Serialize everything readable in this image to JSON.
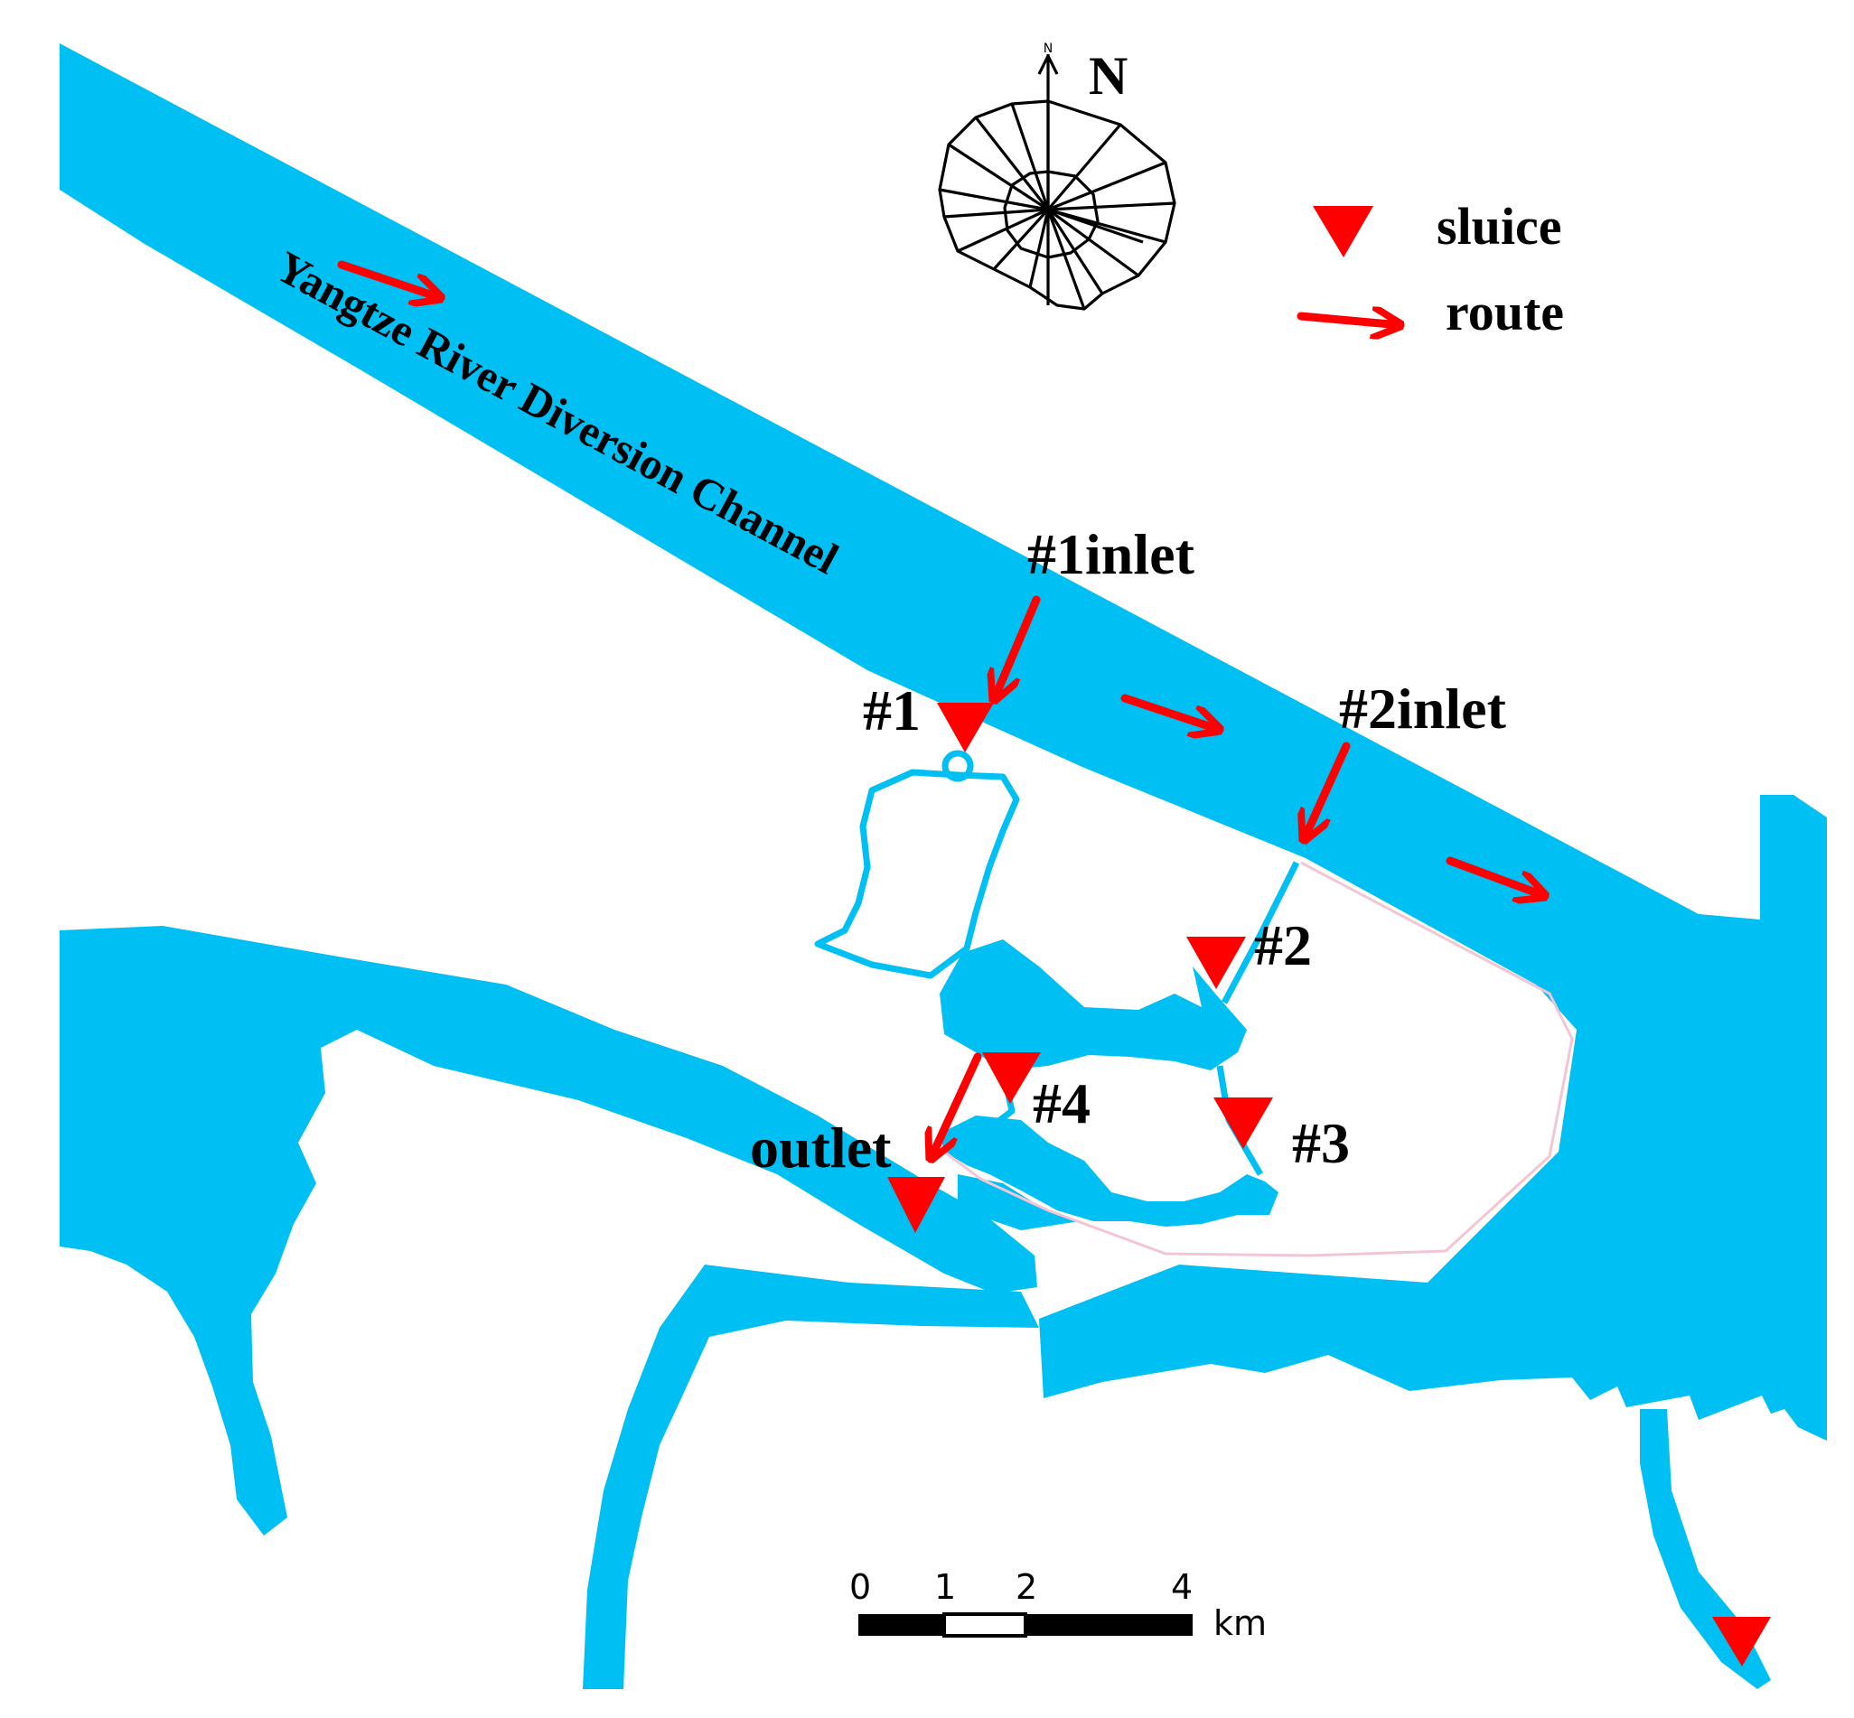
{
  "map": {
    "water_color": "#00BFF3",
    "marker_color": "#FF0000",
    "channel_label": "Yangtze River Diversion Channel",
    "north_label": "N",
    "north_small_label": "N",
    "legend": {
      "sluice_label": "sluice",
      "route_label": "route",
      "sluice_icon": "red-triangle-icon",
      "route_icon": "red-arrow-icon"
    },
    "points": {
      "inlet1": "#1inlet",
      "inlet2": "#2inlet",
      "s1": "#1",
      "s2": "#2",
      "s3": "#3",
      "s4": "#4",
      "outlet": "outlet"
    },
    "scale_bar": {
      "ticks": [
        "0",
        "1",
        "2",
        "4"
      ],
      "unit": "km"
    }
  }
}
